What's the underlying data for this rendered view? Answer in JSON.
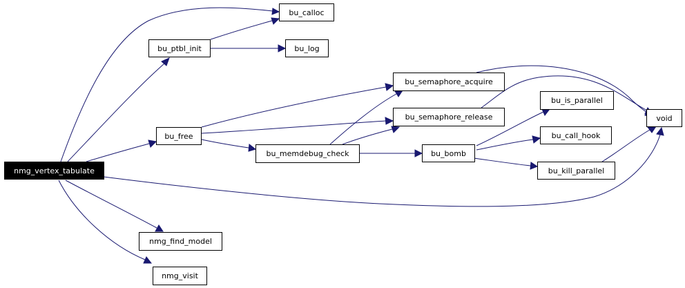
{
  "graph": {
    "colors": {
      "edge": "#191970",
      "root_fill": "#000000",
      "root_text": "#ffffff",
      "node_border": "#000000"
    },
    "nodes": {
      "nmg_vertex_tabulate": "nmg_vertex_tabulate",
      "bu_calloc": "bu_calloc",
      "bu_ptbl_init": "bu_ptbl_init",
      "bu_log": "bu_log",
      "bu_semaphore_acquire": "bu_semaphore_acquire",
      "bu_semaphore_release": "bu_semaphore_release",
      "bu_free": "bu_free",
      "bu_memdebug_check": "bu_memdebug_check",
      "bu_bomb": "bu_bomb",
      "bu_is_parallel": "bu_is_parallel",
      "bu_call_hook": "bu_call_hook",
      "bu_kill_parallel": "bu_kill_parallel",
      "void": "void",
      "nmg_find_model": "nmg_find_model",
      "nmg_visit": "nmg_visit"
    }
  }
}
